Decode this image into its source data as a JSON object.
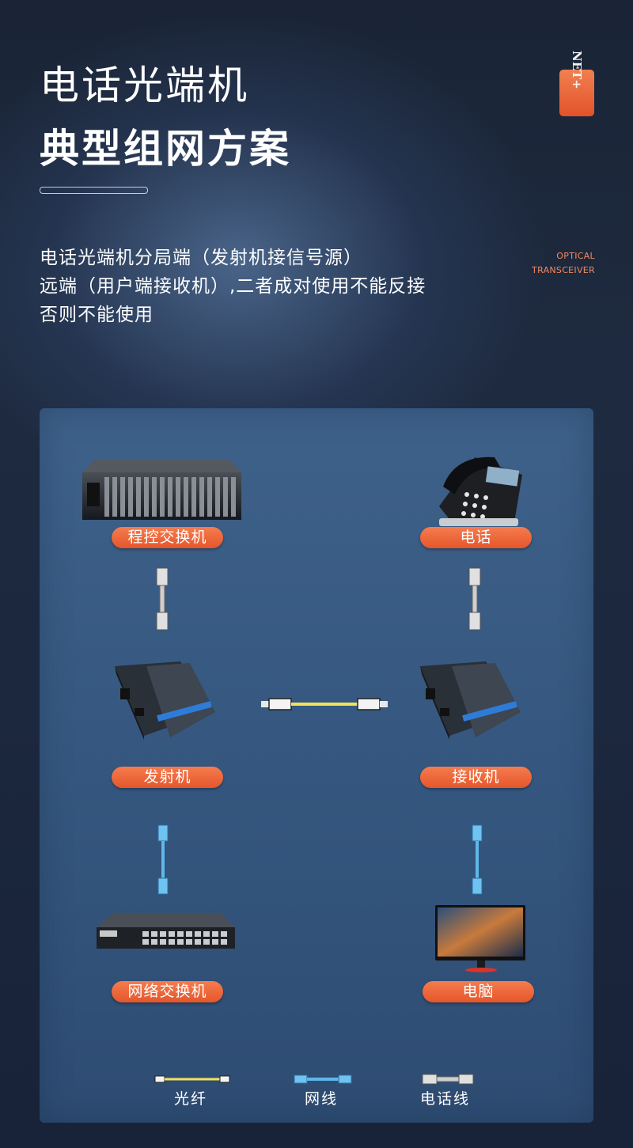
{
  "title": {
    "line1": "电话光端机",
    "line2": "典型组网方案"
  },
  "badge": {
    "text": "NET+"
  },
  "description": {
    "line1": "电话光端机分局端（发射机接信号源）",
    "line2": "远端（用户端接收机）,二者成对使用不能反接",
    "line3": "否则不能使用"
  },
  "side_label": {
    "line1": "OPTICAL",
    "line2": "TRANSCEIVER"
  },
  "devices": {
    "pbx": "程控交换机",
    "phone": "电话",
    "transmitter": "发射机",
    "receiver": "接收机",
    "switch": "网络交换机",
    "computer": "电脑"
  },
  "legend": {
    "fiber": "光纤",
    "network": "网线",
    "phone_line": "电话线"
  },
  "colors": {
    "accent": "#e5562b",
    "fiber": "#f2e25a",
    "network": "#5fb8ea",
    "phone_line": "#c8c8c8"
  }
}
